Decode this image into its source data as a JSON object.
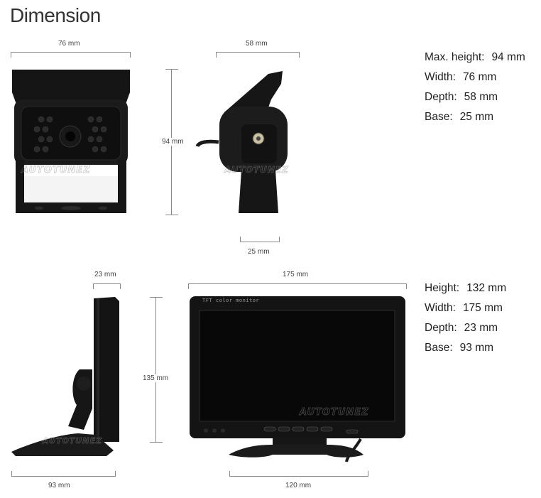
{
  "title": "Dimension",
  "camera": {
    "front_width": "76 mm",
    "side_depth": "58 mm",
    "height": "94 mm",
    "base": "25 mm",
    "specs": [
      {
        "label": "Max. height:",
        "value": "94 mm"
      },
      {
        "label": "Width:",
        "value": "76 mm"
      },
      {
        "label": "Depth:",
        "value": "58 mm"
      },
      {
        "label": "Base:",
        "value": "25 mm"
      }
    ]
  },
  "monitor": {
    "side_depth": "23 mm",
    "front_width": "175 mm",
    "height": "135 mm",
    "base_side": "93 mm",
    "base_front": "120 mm",
    "screen_text": "TFT color monitor",
    "specs": [
      {
        "label": "Height:",
        "value": "132 mm"
      },
      {
        "label": "Width:",
        "value": "175 mm"
      },
      {
        "label": "Depth:",
        "value": "23 mm"
      },
      {
        "label": "Base:",
        "value": "93 mm"
      }
    ]
  },
  "watermark": "AUTOTUNEZ",
  "colors": {
    "device_body": "#161616",
    "screen": "#0a0a0a",
    "dim_line": "#888888"
  }
}
